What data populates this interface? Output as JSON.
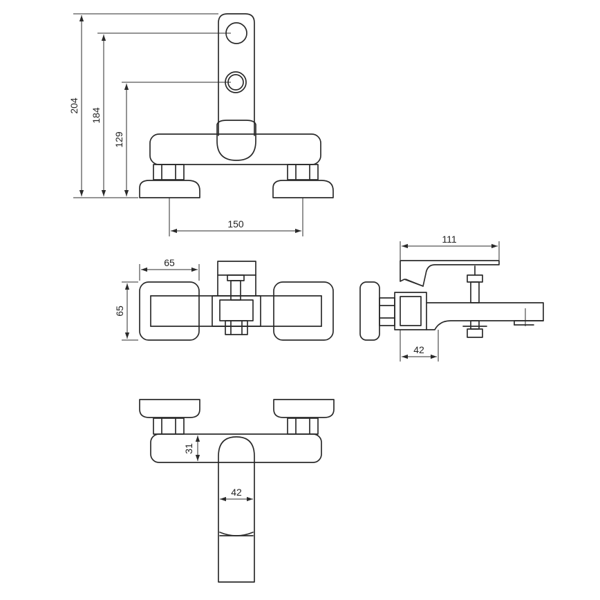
{
  "drawing": {
    "dimensions": {
      "total_height": "204",
      "upper_outlet_height": "184",
      "lower_outlet_height": "129",
      "inlet_spacing": "150",
      "flange_width": "65",
      "flange_height": "65",
      "side_depth": "111",
      "side_inlet_depth": "42",
      "body_height": "31",
      "spout_width": "42"
    },
    "colors": {
      "line": "#2a2a2a",
      "background": "#ffffff"
    }
  }
}
